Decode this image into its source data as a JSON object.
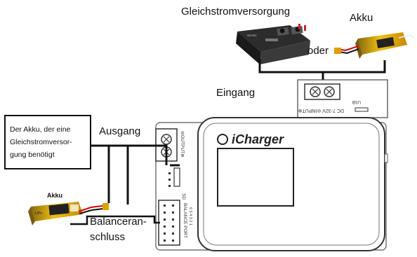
{
  "labels": {
    "power_supply": "Gleichstromversorgung",
    "battery_top": "Akku",
    "or": "oder",
    "input": "Eingang",
    "output": "Ausgang",
    "balance_line1": "Balanceran-",
    "balance_line2": "schluss",
    "battery_small": "Akku"
  },
  "note_box": {
    "line1": "Der Akku, der eine",
    "line2": "Gleichstromversor-",
    "line3": "gung benötigt"
  },
  "device": {
    "brand": "iCharger",
    "input_port_label": "DC 7-32V ⊖INPUT⊕",
    "usb_label": "USB",
    "output_port_label": "⊖OUTPUT⊕",
    "sd_label": "SD",
    "balance_port_label": "BALANCE PORT",
    "balance_pin_numbers": "6 5 4 3 2 1"
  },
  "power_unit_text": "SKYRC",
  "battery_decal_text": "LiPo"
}
